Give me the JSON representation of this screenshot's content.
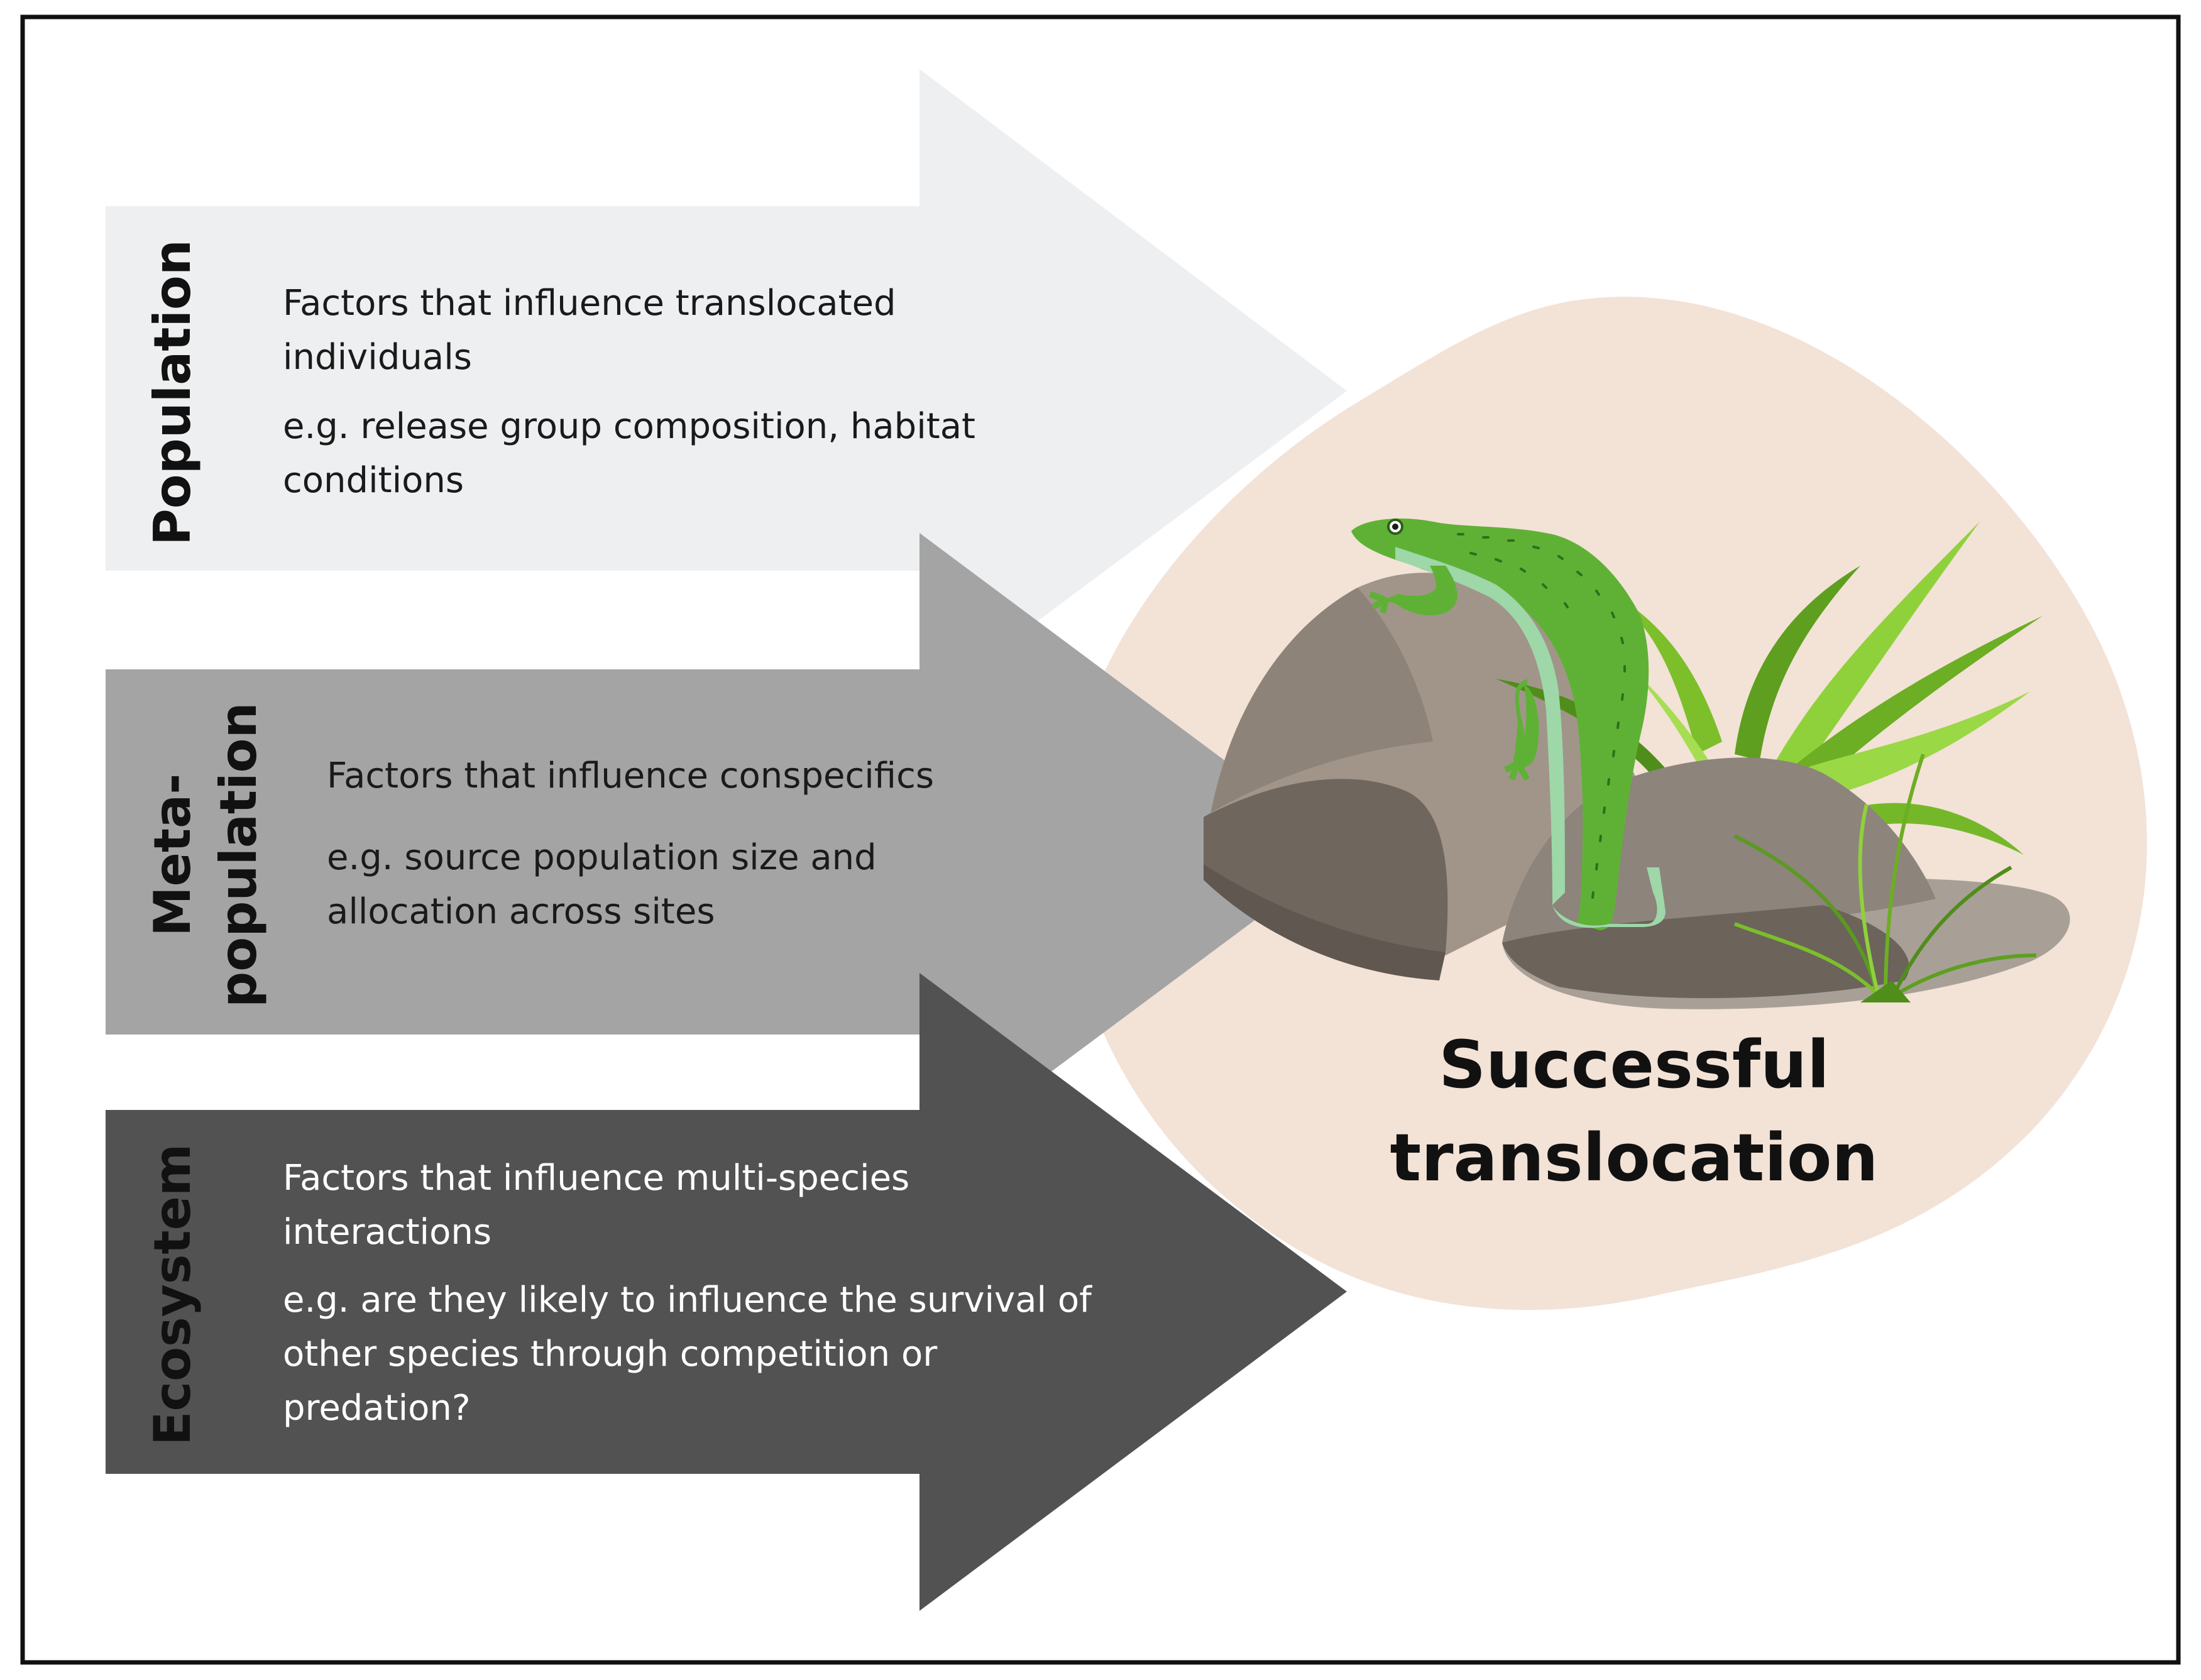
{
  "rows": {
    "population": {
      "title": "Population",
      "desc": [
        "Factors that influence translocated",
        "individuals"
      ],
      "example": [
        "e.g. release group composition, habitat",
        "conditions"
      ],
      "color": "#eeeff0"
    },
    "metapopulation": {
      "title_1": "Meta-",
      "title_2": "population",
      "desc": [
        "Factors that influence conspecifics"
      ],
      "example": [
        "e.g. source population size and",
        "allocation across sites"
      ],
      "color": "#a4a4a4"
    },
    "ecosystem": {
      "title": "Ecosystem",
      "desc": [
        "Factors that influence multi-species",
        "interactions"
      ],
      "example": [
        "e.g. are they likely to influence the survival of",
        "other species through competition or",
        "predation?"
      ],
      "color": "#525252",
      "text_color": "#ffffff"
    }
  },
  "outcome": {
    "title_1": "Successful",
    "title_2": "translocation",
    "blob_color": "#f3e2d6",
    "icons": [
      "lizard-icon",
      "rock-icon",
      "grass-icon"
    ]
  }
}
